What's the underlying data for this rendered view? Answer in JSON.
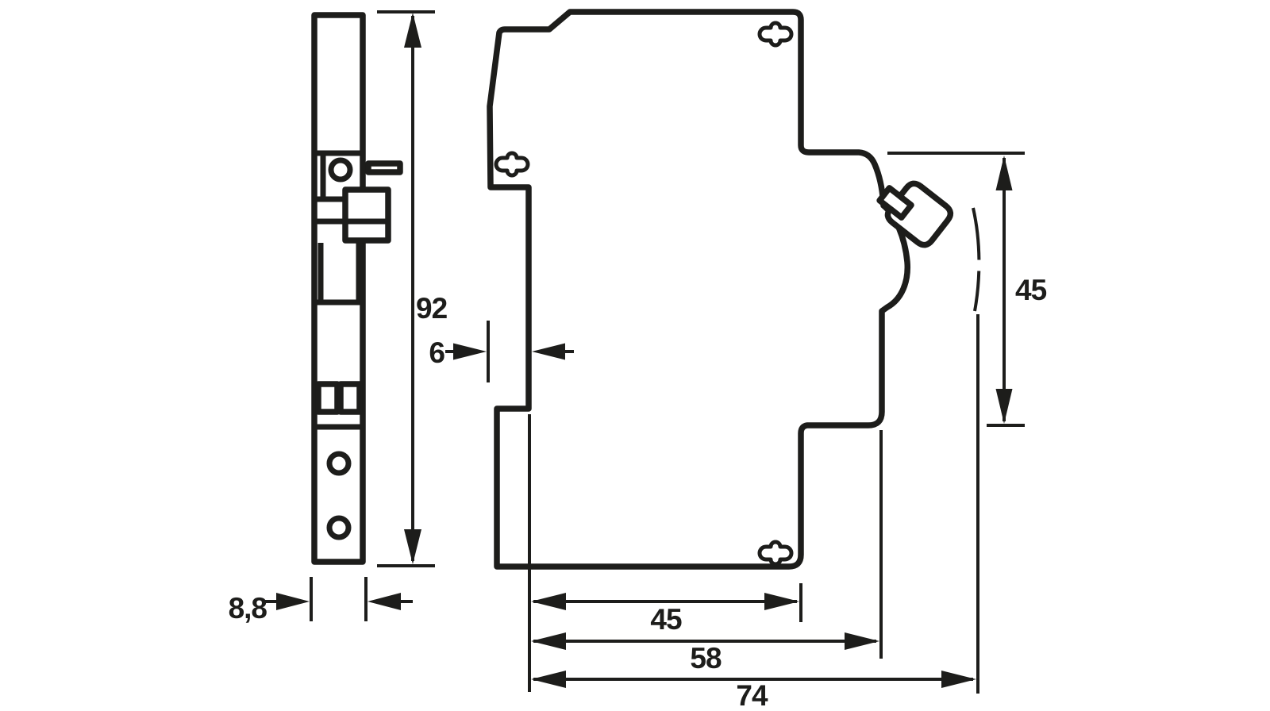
{
  "drawing": {
    "kind": "technical-dimension-drawing",
    "subject": "modular DIN-rail device, front profile and side profile views",
    "units": "mm",
    "colors": {
      "line": "#1d1d1b",
      "background": "#ffffff"
    },
    "views": {
      "front": {
        "name": "front profile view",
        "width_mm": "8,8",
        "height_mm": "92"
      },
      "side": {
        "name": "side profile view",
        "rear_step_mm": "6",
        "front_face_height_mm": "45",
        "lower_depth_mm": "45",
        "mid_depth_mm": "58",
        "overall_depth_mm": "74"
      }
    },
    "labels": {
      "height": "92",
      "width": "8,8",
      "rear_step": "6",
      "front_height": "45",
      "lower_depth": "45",
      "mid_depth": "58",
      "overall_depth": "74"
    }
  }
}
